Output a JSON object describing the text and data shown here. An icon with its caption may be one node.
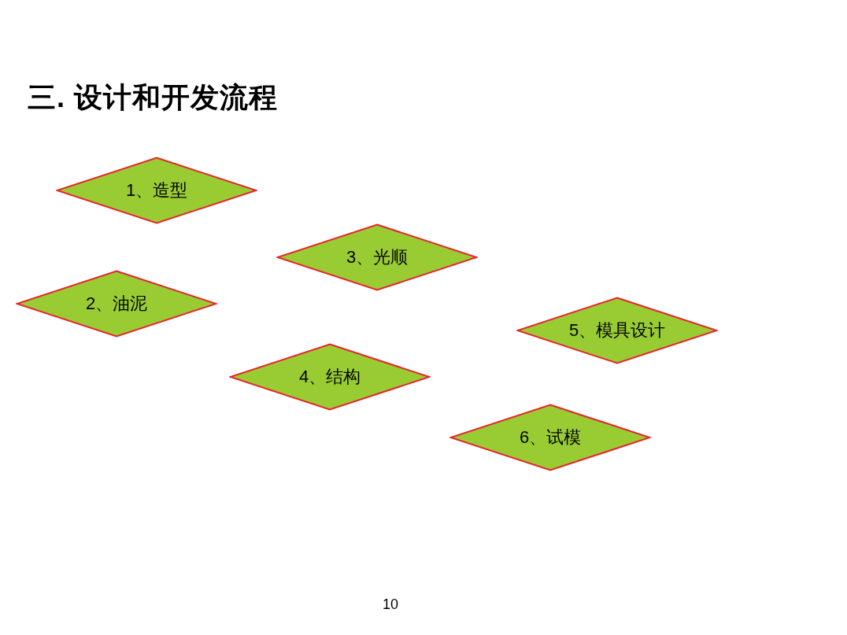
{
  "diagram": {
    "title": "三. 设计和开发流程",
    "nodes": [
      {
        "text": [
          "1、造型"
        ]
      },
      {
        "text": [
          "3、光顺"
        ]
      },
      {
        "text": [
          "2、油泥"
        ]
      },
      {
        "text": [
          "5、模具设计"
        ]
      },
      {
        "text": [
          "4、结构"
        ]
      },
      {
        "text": [
          "6、试模"
        ]
      }
    ],
    "labels": [
      "10"
    ]
  }
}
